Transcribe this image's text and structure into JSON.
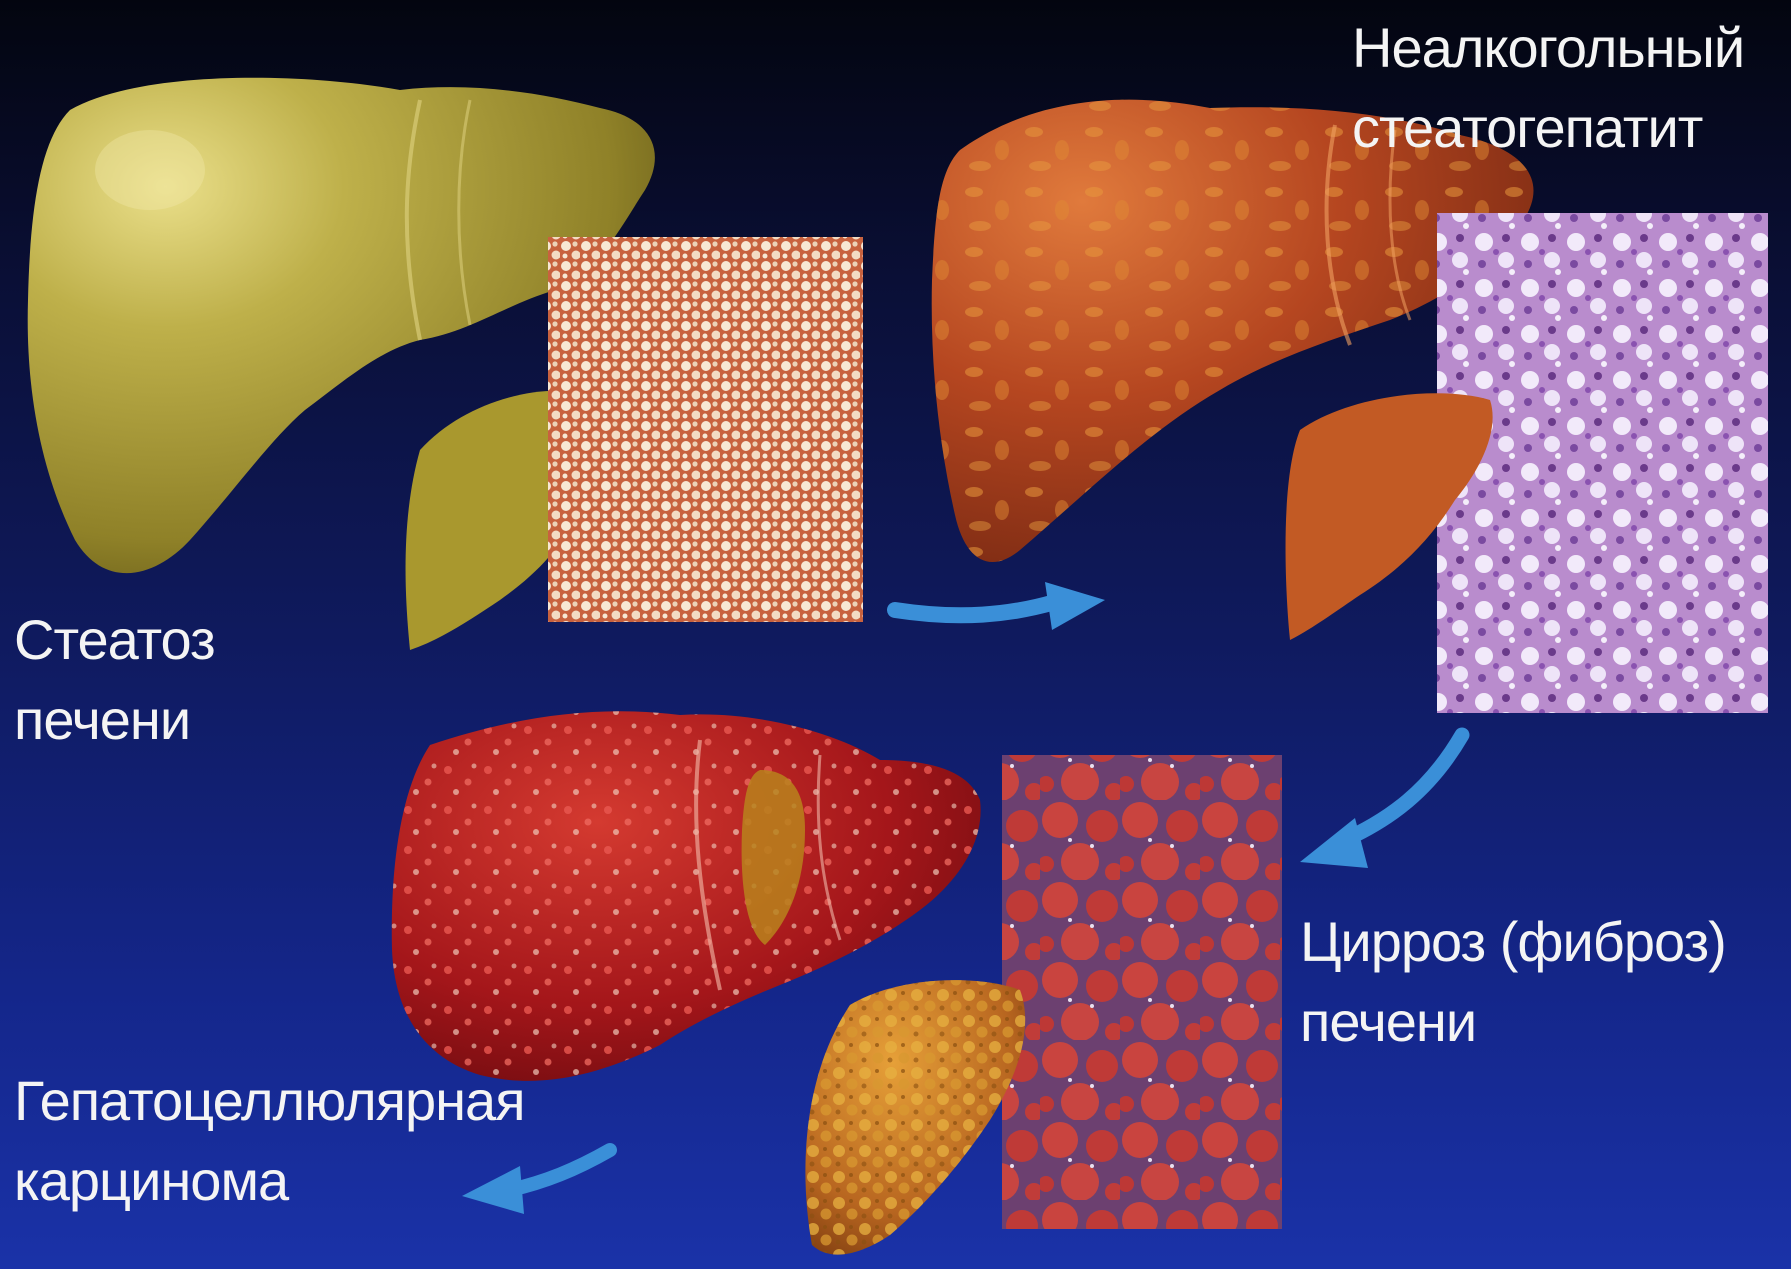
{
  "labels": {
    "steatosis": {
      "line1": "Стеатоз",
      "line2": "печени"
    },
    "nash": {
      "line1": "Неалкогольный",
      "line2": "стеатогепатит"
    },
    "cirrhosis": {
      "line1": "Цирроз (фиброз)",
      "line2": "печени"
    },
    "hcc": {
      "line1": "Гепатоцеллюлярная",
      "line2": "карцинома"
    }
  },
  "colors": {
    "arrow": "#3a8fd8",
    "steatosis_liver": "#a39432",
    "nash_liver": "#b4441c",
    "cirrhosis_liver": "#b8651c",
    "hcc_liver": "#a8161c",
    "fatty_tissue": "#f3dfc9",
    "nash_tissue": "#c6a2d9",
    "fibrosis_tissue": "#c6413b"
  }
}
